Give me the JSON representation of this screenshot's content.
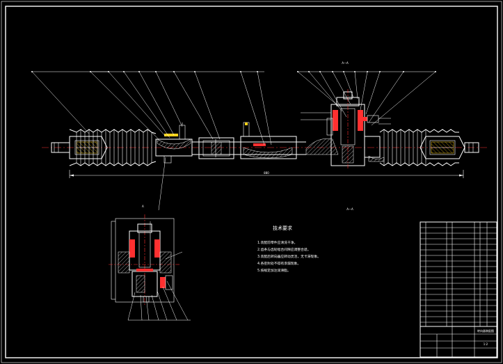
{
  "drawing": {
    "type": "steering gear assembly drawing (CAD)",
    "background": "#000000",
    "line_color": "#ffffff",
    "accent_red": "#ff3030",
    "accent_yellow": "#ffd21a"
  },
  "main_view": {
    "overall_dimension_label": "880",
    "section_label_top": "A—A",
    "section_label_mid": "A—A",
    "left_balloon_count": 10,
    "right_balloon_count": 9
  },
  "detail_view": {
    "section_label": "A"
  },
  "tech_notes": {
    "title": "技术要求",
    "lines": [
      "1.装配前零件应清洗干净。",
      "2.齿条与齿轮啮合间隙应调整合适。",
      "3.装配后转向器应转动灵活，无卡滞现象。",
      "4.各密封处不得有渗漏现象。",
      "5.按规定加注润滑脂。"
    ]
  },
  "title_block": {
    "drawing_name": "转向器装配图",
    "scale_label": "1:2"
  }
}
